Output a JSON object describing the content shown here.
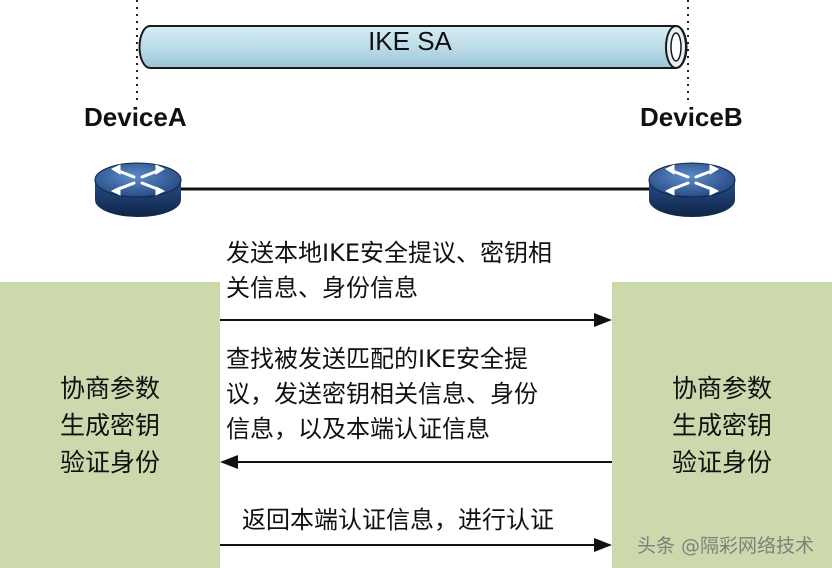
{
  "tunnel": {
    "label": "IKE SA"
  },
  "devices": {
    "left": {
      "name": "DeviceA",
      "icon": "router-icon"
    },
    "right": {
      "name": "DeviceB",
      "icon": "router-icon"
    }
  },
  "panels": {
    "left": {
      "lines": [
        "协商参数",
        "生成密钥",
        "验证身份"
      ]
    },
    "right": {
      "lines": [
        "协商参数",
        "生成密钥",
        "验证身份"
      ]
    }
  },
  "messages": [
    {
      "lines": [
        "发送本地IKE安全提议、密钥相",
        "关信息、身份信息"
      ],
      "direction": "A-to-B"
    },
    {
      "lines": [
        "查找被发送匹配的IKE安全提",
        "议，发送密钥相关信息、身份",
        "信息，以及本端认证信息"
      ],
      "direction": "B-to-A"
    },
    {
      "lines": [
        "返回本端认证信息，进行认证"
      ],
      "direction": "A-to-B"
    }
  ],
  "watermark": "头条 @隔彩网络技术",
  "colors": {
    "tunnel_fill": "#bcdce8",
    "panel_fill": "#ccd9ad",
    "router_body": "#1e3c6e",
    "router_top": "#3a66a8"
  }
}
